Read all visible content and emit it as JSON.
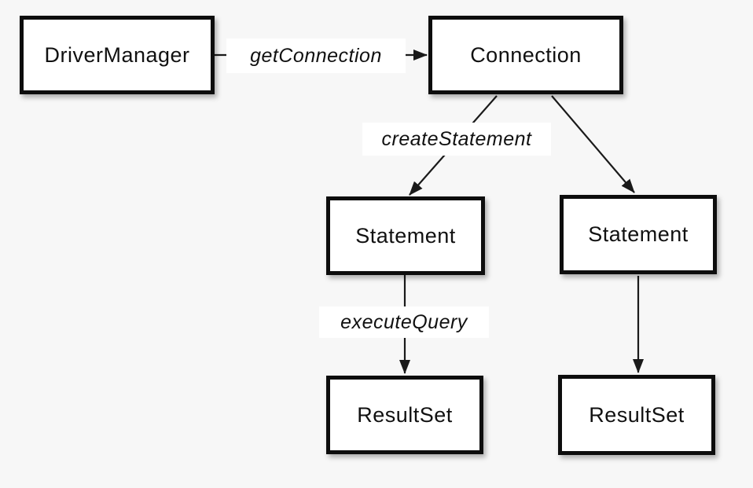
{
  "diagram": {
    "type": "flow-diagram",
    "background": "#f7f7f7",
    "colors": {
      "box_fill": "#ffffff",
      "box_border": "#0d0d0d",
      "line": "#1a1a1a",
      "label_background": "#ffffff",
      "text": "#111111"
    },
    "nodes": [
      {
        "id": "driver-manager",
        "label": "DriverManager"
      },
      {
        "id": "connection",
        "label": "Connection"
      },
      {
        "id": "statement-left",
        "label": "Statement"
      },
      {
        "id": "statement-right",
        "label": "Statement"
      },
      {
        "id": "resultset-left",
        "label": "ResultSet"
      },
      {
        "id": "resultset-right",
        "label": "ResultSet"
      }
    ],
    "edges": [
      {
        "from": "DriverManager",
        "to": "Connection",
        "label": "getConnection"
      },
      {
        "from": "Connection",
        "to": "Statement-left",
        "label": "createStatement"
      },
      {
        "from": "Connection",
        "to": "Statement-right",
        "label": ""
      },
      {
        "from": "Statement-left",
        "to": "ResultSet-left",
        "label": "executeQuery"
      },
      {
        "from": "Statement-right",
        "to": "ResultSet-right",
        "label": ""
      }
    ]
  }
}
